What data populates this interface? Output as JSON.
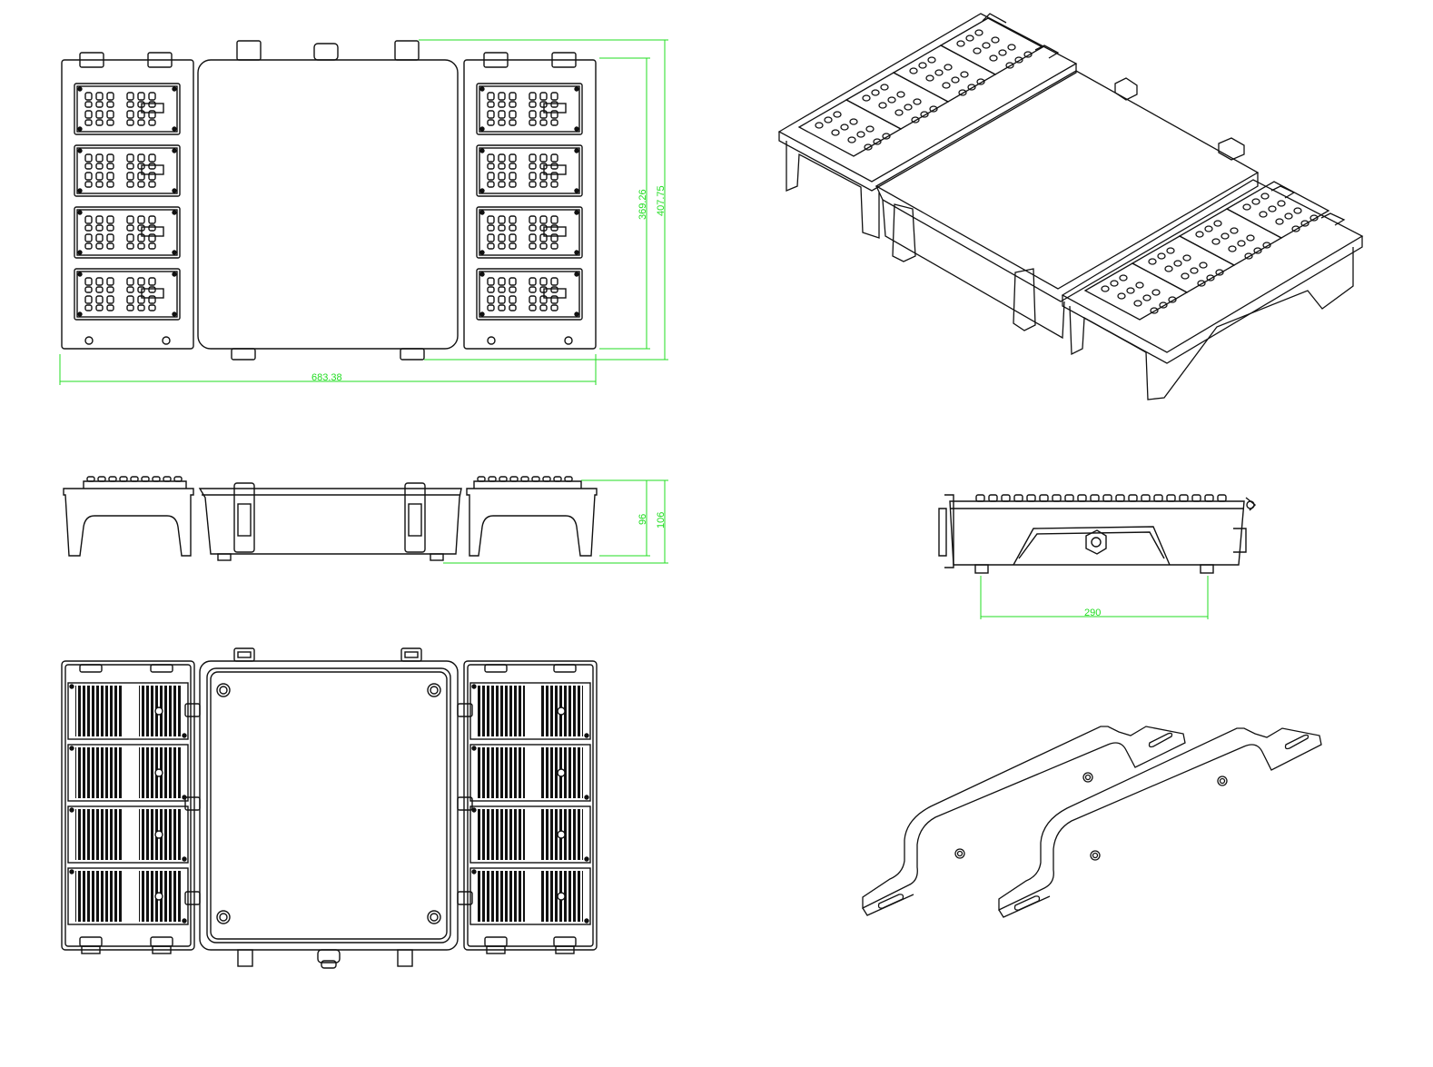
{
  "colors": {
    "line": "#111111",
    "dimension": "#22dd22",
    "background": "#ffffff"
  },
  "dimensions": {
    "overall_width": "683.38",
    "inner_height": "369.26",
    "overall_height": "407.75",
    "side_height_inner": "96",
    "side_height_overall": "106",
    "foot_spacing": "290"
  }
}
